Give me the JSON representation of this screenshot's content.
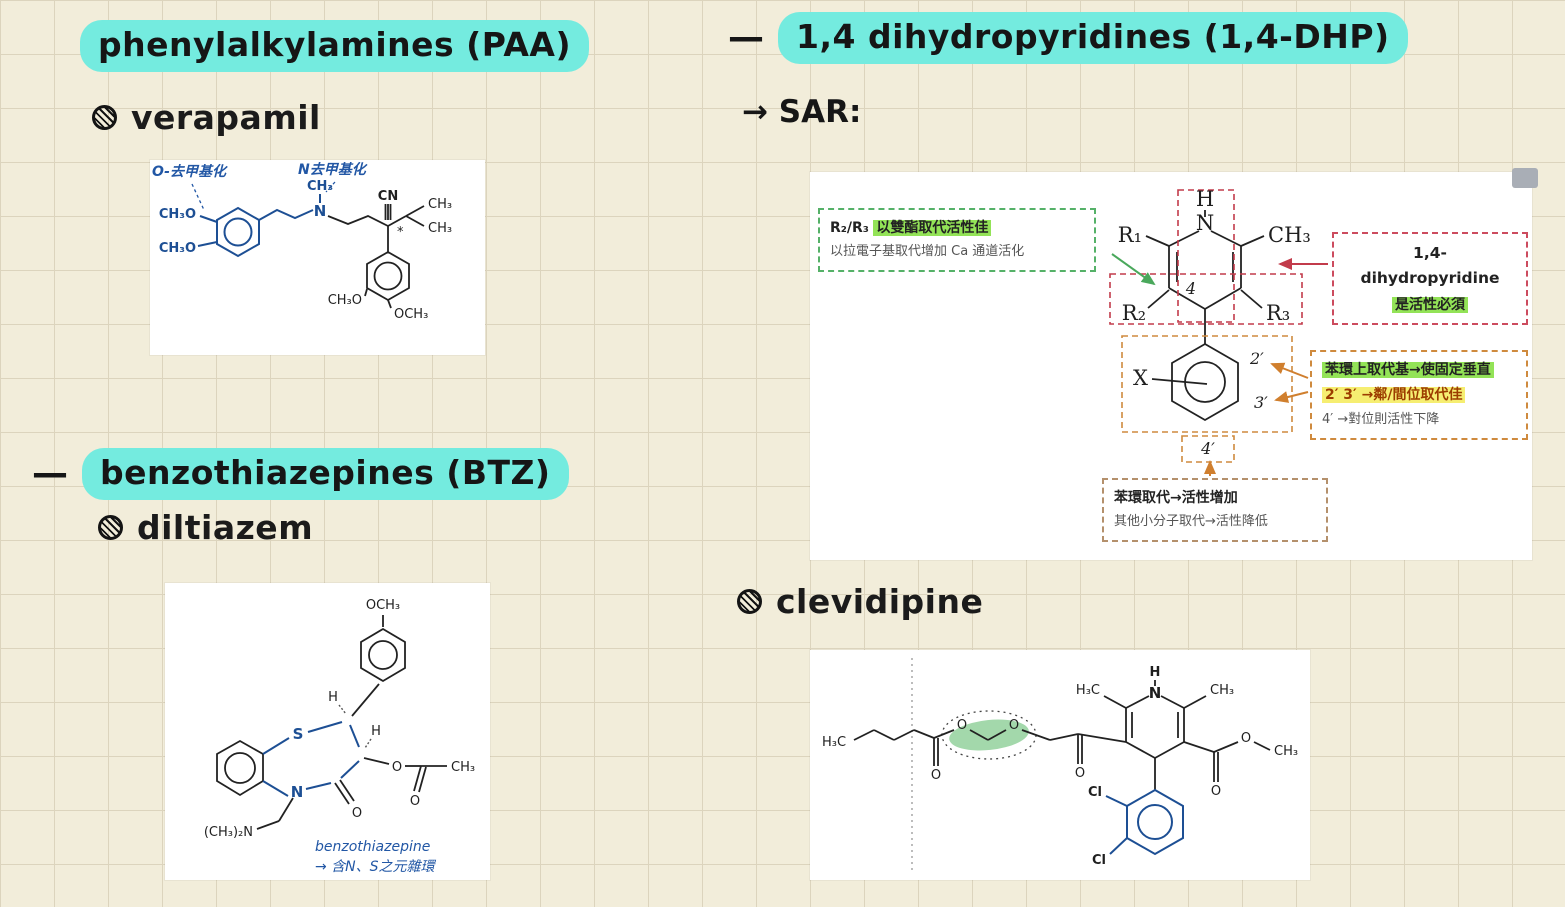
{
  "colors": {
    "background": "#f2edda",
    "grid_line": "#dcd4bd",
    "teal_highlight": "#74ebdf",
    "green_highlight": "#93e357",
    "yellow_highlight": "#f6ee71",
    "ink": "#1b1b1b",
    "blue_ink": "#2257a5",
    "structure_blue": "#1d4f94"
  },
  "paa": {
    "title": "phenylalkylamines (PAA)",
    "drug": "verapamil",
    "structure": {
      "ann_o_demethylation": "O-去甲基化",
      "ann_n_demethylation": "N去甲基化",
      "labels": {
        "ome_top": "CH₃O",
        "ome_left": "CH₃O",
        "n_methyl": "CH₃",
        "n": "N",
        "cn": "CN",
        "star": "*",
        "ipr_ch3_a": "CH₃",
        "ipr_ch3_b": "CH₃",
        "ome_bottom_left": "CH₃O",
        "ome_bottom_right": "OCH₃"
      }
    }
  },
  "dhp": {
    "dash": "—",
    "title": "1,4 dihydropyridines (1,4-DHP)",
    "sar_heading": "→ SAR:",
    "diagram": {
      "ring": {
        "r1": "R₁",
        "h": "H",
        "n": "N",
        "ch3": "CH₃",
        "r2": "R₂",
        "pos4": "4",
        "r3": "R₃"
      },
      "phenyl": {
        "x": "X",
        "p2": "2′",
        "p3": "3′",
        "p4": "4′"
      },
      "box_esters": {
        "bold": "R₂/R₃",
        "highlighted": "以雙酯取代活性佳",
        "line2": "以拉電子基取代增加 Ca 通道活化"
      },
      "box_core": {
        "line1": "1,4-dihydropyridine",
        "line2": "是活性必須"
      },
      "box_phenyl_position": {
        "line1": "苯環上取代基→使固定垂直",
        "line2": "2′ 3′ →鄰/間位取代佳",
        "line3": "4′ →對位則活性下降"
      },
      "box_phenyl_sub": {
        "line1": "苯環取代→活性增加",
        "line2": "其他小分子取代→活性降低"
      }
    }
  },
  "btz": {
    "dash": "—",
    "title": "benzothiazepines (BTZ)",
    "drug": "diltiazem",
    "structure": {
      "labels": {
        "och3": "OCH₃",
        "h_c2": "H",
        "h_c3": "H",
        "s": "S",
        "n": "N",
        "o_ester": "O",
        "o_acetyl": "O",
        "acetyl_ch3": "CH₃",
        "o_lactam": "O",
        "nme2": "(CH₃)₂N"
      },
      "annotation_line1": "benzothiazepine",
      "annotation_line2": "→ 含N、S之元雜環"
    }
  },
  "clv": {
    "drug": "clevidipine",
    "structure": {
      "labels": {
        "h3c_chain": "H₃C",
        "o_carbonyl_left": "O",
        "o_ester_left": "O",
        "o_ester_center": "O",
        "o_carbonyl_mid": "O",
        "h3c_ring": "H₃C",
        "n": "N",
        "h": "H",
        "ch3_ring": "CH₃",
        "o_carbonyl_right": "O",
        "o_ester_right": "O",
        "och3": "CH₃",
        "cl_top": "Cl",
        "cl_bottom": "Cl"
      }
    }
  }
}
